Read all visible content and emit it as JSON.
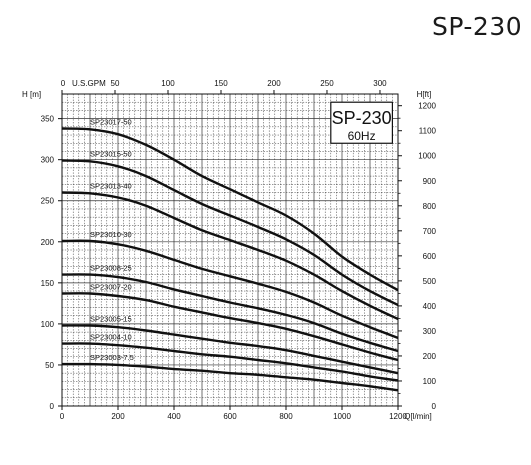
{
  "page": {
    "title": "SP-230"
  },
  "chart_data": {
    "type": "line",
    "inset_title": "SP-230",
    "inset_subtitle": "60Hz",
    "xlabel": "Q[l/min]",
    "ylabel_left": "H [m]",
    "ylabel_right": "H[ft]",
    "xlabel_top": "U.S.GPM",
    "xlim": [
      0,
      1200
    ],
    "ylim": [
      0,
      380
    ],
    "x_ticks": [
      0,
      200,
      400,
      600,
      800,
      1000,
      1200
    ],
    "y_ticks": [
      0,
      50,
      100,
      150,
      200,
      250,
      300,
      350
    ],
    "top_ticks": [
      0,
      50,
      100,
      150,
      200,
      250,
      300
    ],
    "right_ticks": [
      0,
      100,
      200,
      300,
      400,
      500,
      600,
      700,
      800,
      900,
      1000,
      1100,
      1200
    ],
    "grid": true,
    "series": [
      {
        "name": "SP23017-50",
        "x": [
          0,
          100,
          200,
          300,
          400,
          500,
          600,
          700,
          800,
          900,
          1000,
          1100,
          1200
        ],
        "y": [
          338,
          337,
          331,
          318,
          300,
          280,
          264,
          248,
          232,
          210,
          182,
          160,
          141
        ]
      },
      {
        "name": "SP23015-50",
        "x": [
          0,
          100,
          200,
          300,
          400,
          500,
          600,
          700,
          800,
          900,
          1000,
          1100,
          1200
        ],
        "y": [
          299,
          298,
          292,
          280,
          263,
          246,
          232,
          218,
          203,
          184,
          160,
          140,
          123
        ]
      },
      {
        "name": "SP23013-40",
        "x": [
          0,
          100,
          200,
          300,
          400,
          500,
          600,
          700,
          800,
          900,
          1000,
          1100,
          1200
        ],
        "y": [
          260,
          259,
          254,
          244,
          229,
          214,
          202,
          190,
          177,
          160,
          140,
          122,
          106
        ]
      },
      {
        "name": "SP23010-30",
        "x": [
          0,
          100,
          200,
          300,
          400,
          500,
          600,
          700,
          800,
          900,
          1000,
          1100,
          1200
        ],
        "y": [
          201,
          201,
          197,
          189,
          178,
          167,
          158,
          149,
          139,
          126,
          110,
          96,
          83
        ]
      },
      {
        "name": "SP23008-25",
        "x": [
          0,
          100,
          200,
          300,
          400,
          500,
          600,
          700,
          800,
          900,
          1000,
          1100,
          1200
        ],
        "y": [
          160,
          160,
          157,
          151,
          142,
          134,
          126,
          119,
          111,
          101,
          88,
          77,
          67
        ]
      },
      {
        "name": "SP23007-20",
        "x": [
          0,
          100,
          200,
          300,
          400,
          500,
          600,
          700,
          800,
          900,
          1000,
          1100,
          1200
        ],
        "y": [
          137,
          137,
          134,
          129,
          121,
          114,
          107,
          101,
          94,
          85,
          75,
          65,
          56
        ]
      },
      {
        "name": "SP23005-15",
        "x": [
          0,
          100,
          200,
          300,
          400,
          500,
          600,
          700,
          800,
          900,
          1000,
          1100,
          1200
        ],
        "y": [
          98,
          98,
          96,
          92,
          87,
          82,
          77,
          73,
          68,
          61,
          54,
          47,
          40
        ]
      },
      {
        "name": "SP23004-10",
        "x": [
          0,
          100,
          200,
          300,
          400,
          500,
          600,
          700,
          800,
          900,
          1000,
          1100,
          1200
        ],
        "y": [
          76,
          76,
          74,
          71,
          67,
          63,
          60,
          56,
          52,
          47,
          42,
          36,
          31
        ]
      },
      {
        "name": "SP23003-7.5",
        "x": [
          0,
          100,
          200,
          300,
          400,
          500,
          600,
          700,
          800,
          900,
          1000,
          1100,
          1200
        ],
        "y": [
          51,
          51,
          50,
          48,
          45,
          43,
          40,
          38,
          35,
          32,
          28,
          24,
          19
        ]
      }
    ]
  }
}
